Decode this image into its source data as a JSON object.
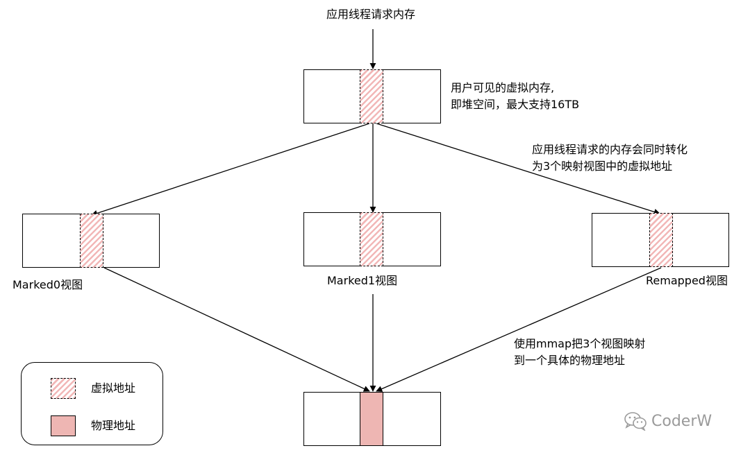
{
  "labels": {
    "request": "应用线程请求内存",
    "heap_line1": "用户可见的虚拟内存,",
    "heap_line2": "即堆空间，最大支持16TB",
    "convert_line1": "应用线程请求的内存会同时转化",
    "convert_line2": "为3个映射视图中的虚拟地址",
    "marked0": "Marked0视图",
    "marked1": "Marked1视图",
    "remapped": "Remapped视图",
    "mmap_line1": "使用mmap把3个视图映射",
    "mmap_line2": "到一个具体的物理地址"
  },
  "legend": {
    "virtual": "虚拟地址",
    "physical": "物理地址"
  },
  "watermark": {
    "icon": "wechat-icon",
    "text": "CoderW"
  },
  "colors": {
    "hatch": "#f2b7b7",
    "physical": "#eeb6b3",
    "watermark": "#9a9a9a"
  }
}
